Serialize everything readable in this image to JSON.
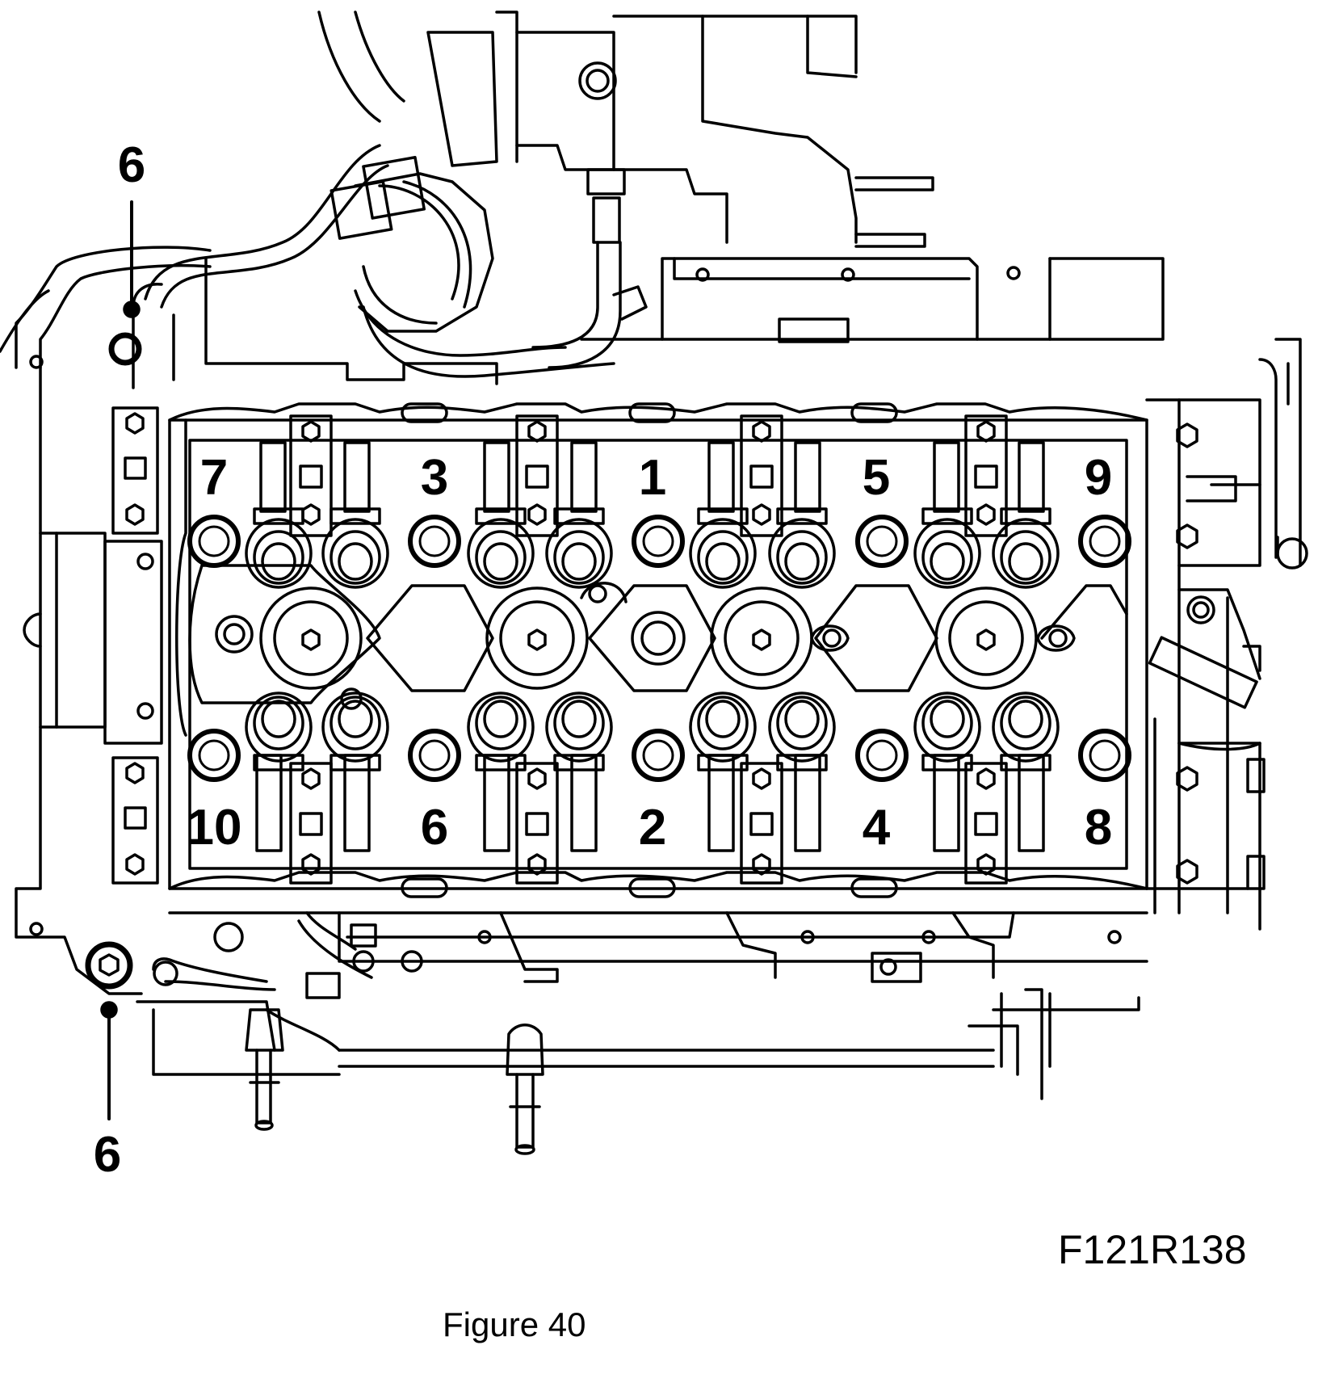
{
  "figure": {
    "code": "F121R138",
    "caption": "Figure 40"
  },
  "callouts": {
    "side_top": "6",
    "side_bottom": "6"
  },
  "bolt_labels_upper": [
    "7",
    "3",
    "1",
    "5",
    "9"
  ],
  "bolt_labels_lower": [
    "10",
    "6",
    "2",
    "4",
    "8"
  ],
  "colors": {
    "line": "#000000",
    "background": "#ffffff"
  }
}
